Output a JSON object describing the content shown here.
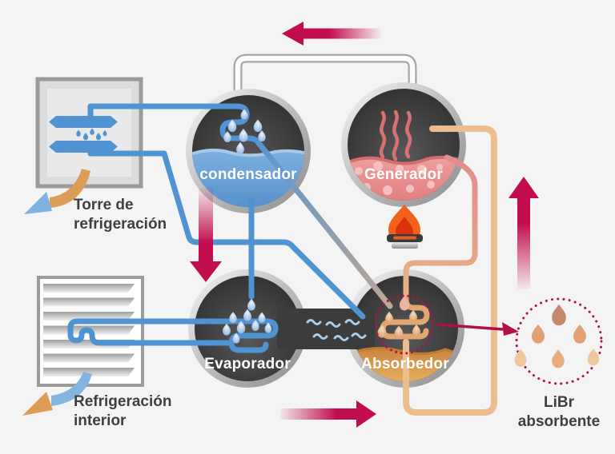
{
  "diagram": {
    "type": "absorption-refrigeration-cycle",
    "vessels": {
      "condenser": {
        "label": "condensador"
      },
      "generator": {
        "label": "Generador"
      },
      "evaporator": {
        "label": "Evaporador"
      },
      "absorber": {
        "label": "Absorbedor"
      }
    },
    "externals": {
      "cooling_tower": {
        "line1": "Torre de",
        "line2": "refrigeración"
      },
      "interior_cooling": {
        "line1": "Refrigeración",
        "line2": "interior"
      },
      "libr_absorbent": {
        "line1": "LiBr",
        "line2": "absorbente"
      }
    },
    "colors": {
      "background": "#f4f4f4",
      "arrow_crimson": "#c10d4e",
      "dotted_crimson": "#b0104a",
      "pipe_blue": "#4f93d2",
      "pipe_light_blue": "#85b4e0",
      "pipe_white": "#fcfcfc",
      "pipe_orange": "#ecbd8e",
      "coil_orange": "#e2a672",
      "pipe_pink": "#e28d8d",
      "water_blue": "#649dd3",
      "generator_liquid": "#e58888",
      "absorber_pool": "#dd9b4e",
      "flame_orange": "#f3611d",
      "vessel_dark": "#2d2d2d",
      "swoosh_orange": "#dd9d56",
      "label_dark": "#3f3f3f"
    }
  }
}
